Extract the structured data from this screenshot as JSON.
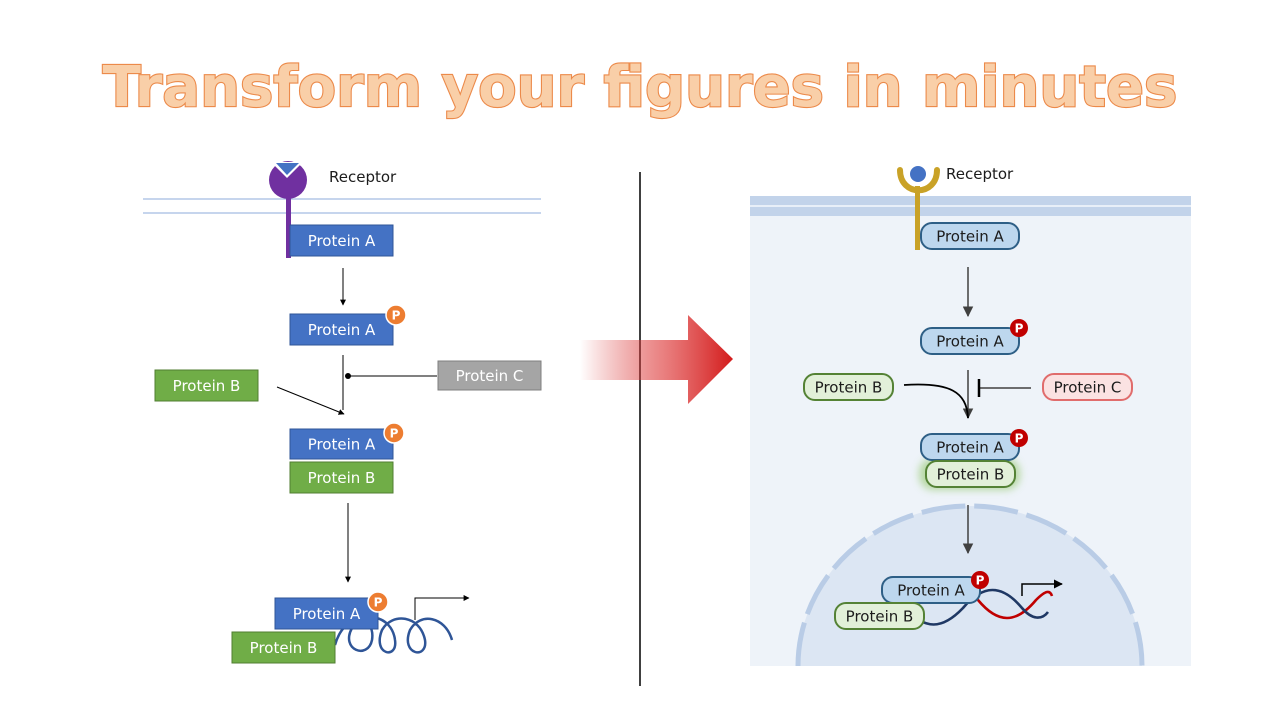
{
  "title": "Transform your figures in minutes",
  "before": {
    "receptor_label": "Receptor",
    "protein_a": "Protein A",
    "protein_b": "Protein B",
    "protein_c": "Protein C",
    "phospho": "P"
  },
  "after": {
    "receptor_label": "Receptor",
    "protein_a": "Protein A",
    "protein_b": "Protein B",
    "protein_c": "Protein C",
    "phospho": "P"
  },
  "colors": {
    "title_fill": "#f9cfa8",
    "title_stroke": "#ec8a4a",
    "before_protein_a": "#4472c4",
    "before_protein_b": "#70ad47",
    "before_protein_c": "#a5a5a5",
    "phospho_orange": "#ed7d31",
    "after_protein_a_fill": "#bdd7ee",
    "after_protein_a_stroke": "#2e5f86",
    "after_protein_b_fill": "#e2f0d9",
    "after_protein_b_stroke": "#548235",
    "after_protein_c_fill": "#fbe2e2",
    "after_protein_c_stroke": "#e06c6c",
    "phospho_red": "#c00000",
    "arrow_red": "#d31b1b",
    "receptor_purple": "#7030a0",
    "receptor_gold": "#c9a227"
  }
}
